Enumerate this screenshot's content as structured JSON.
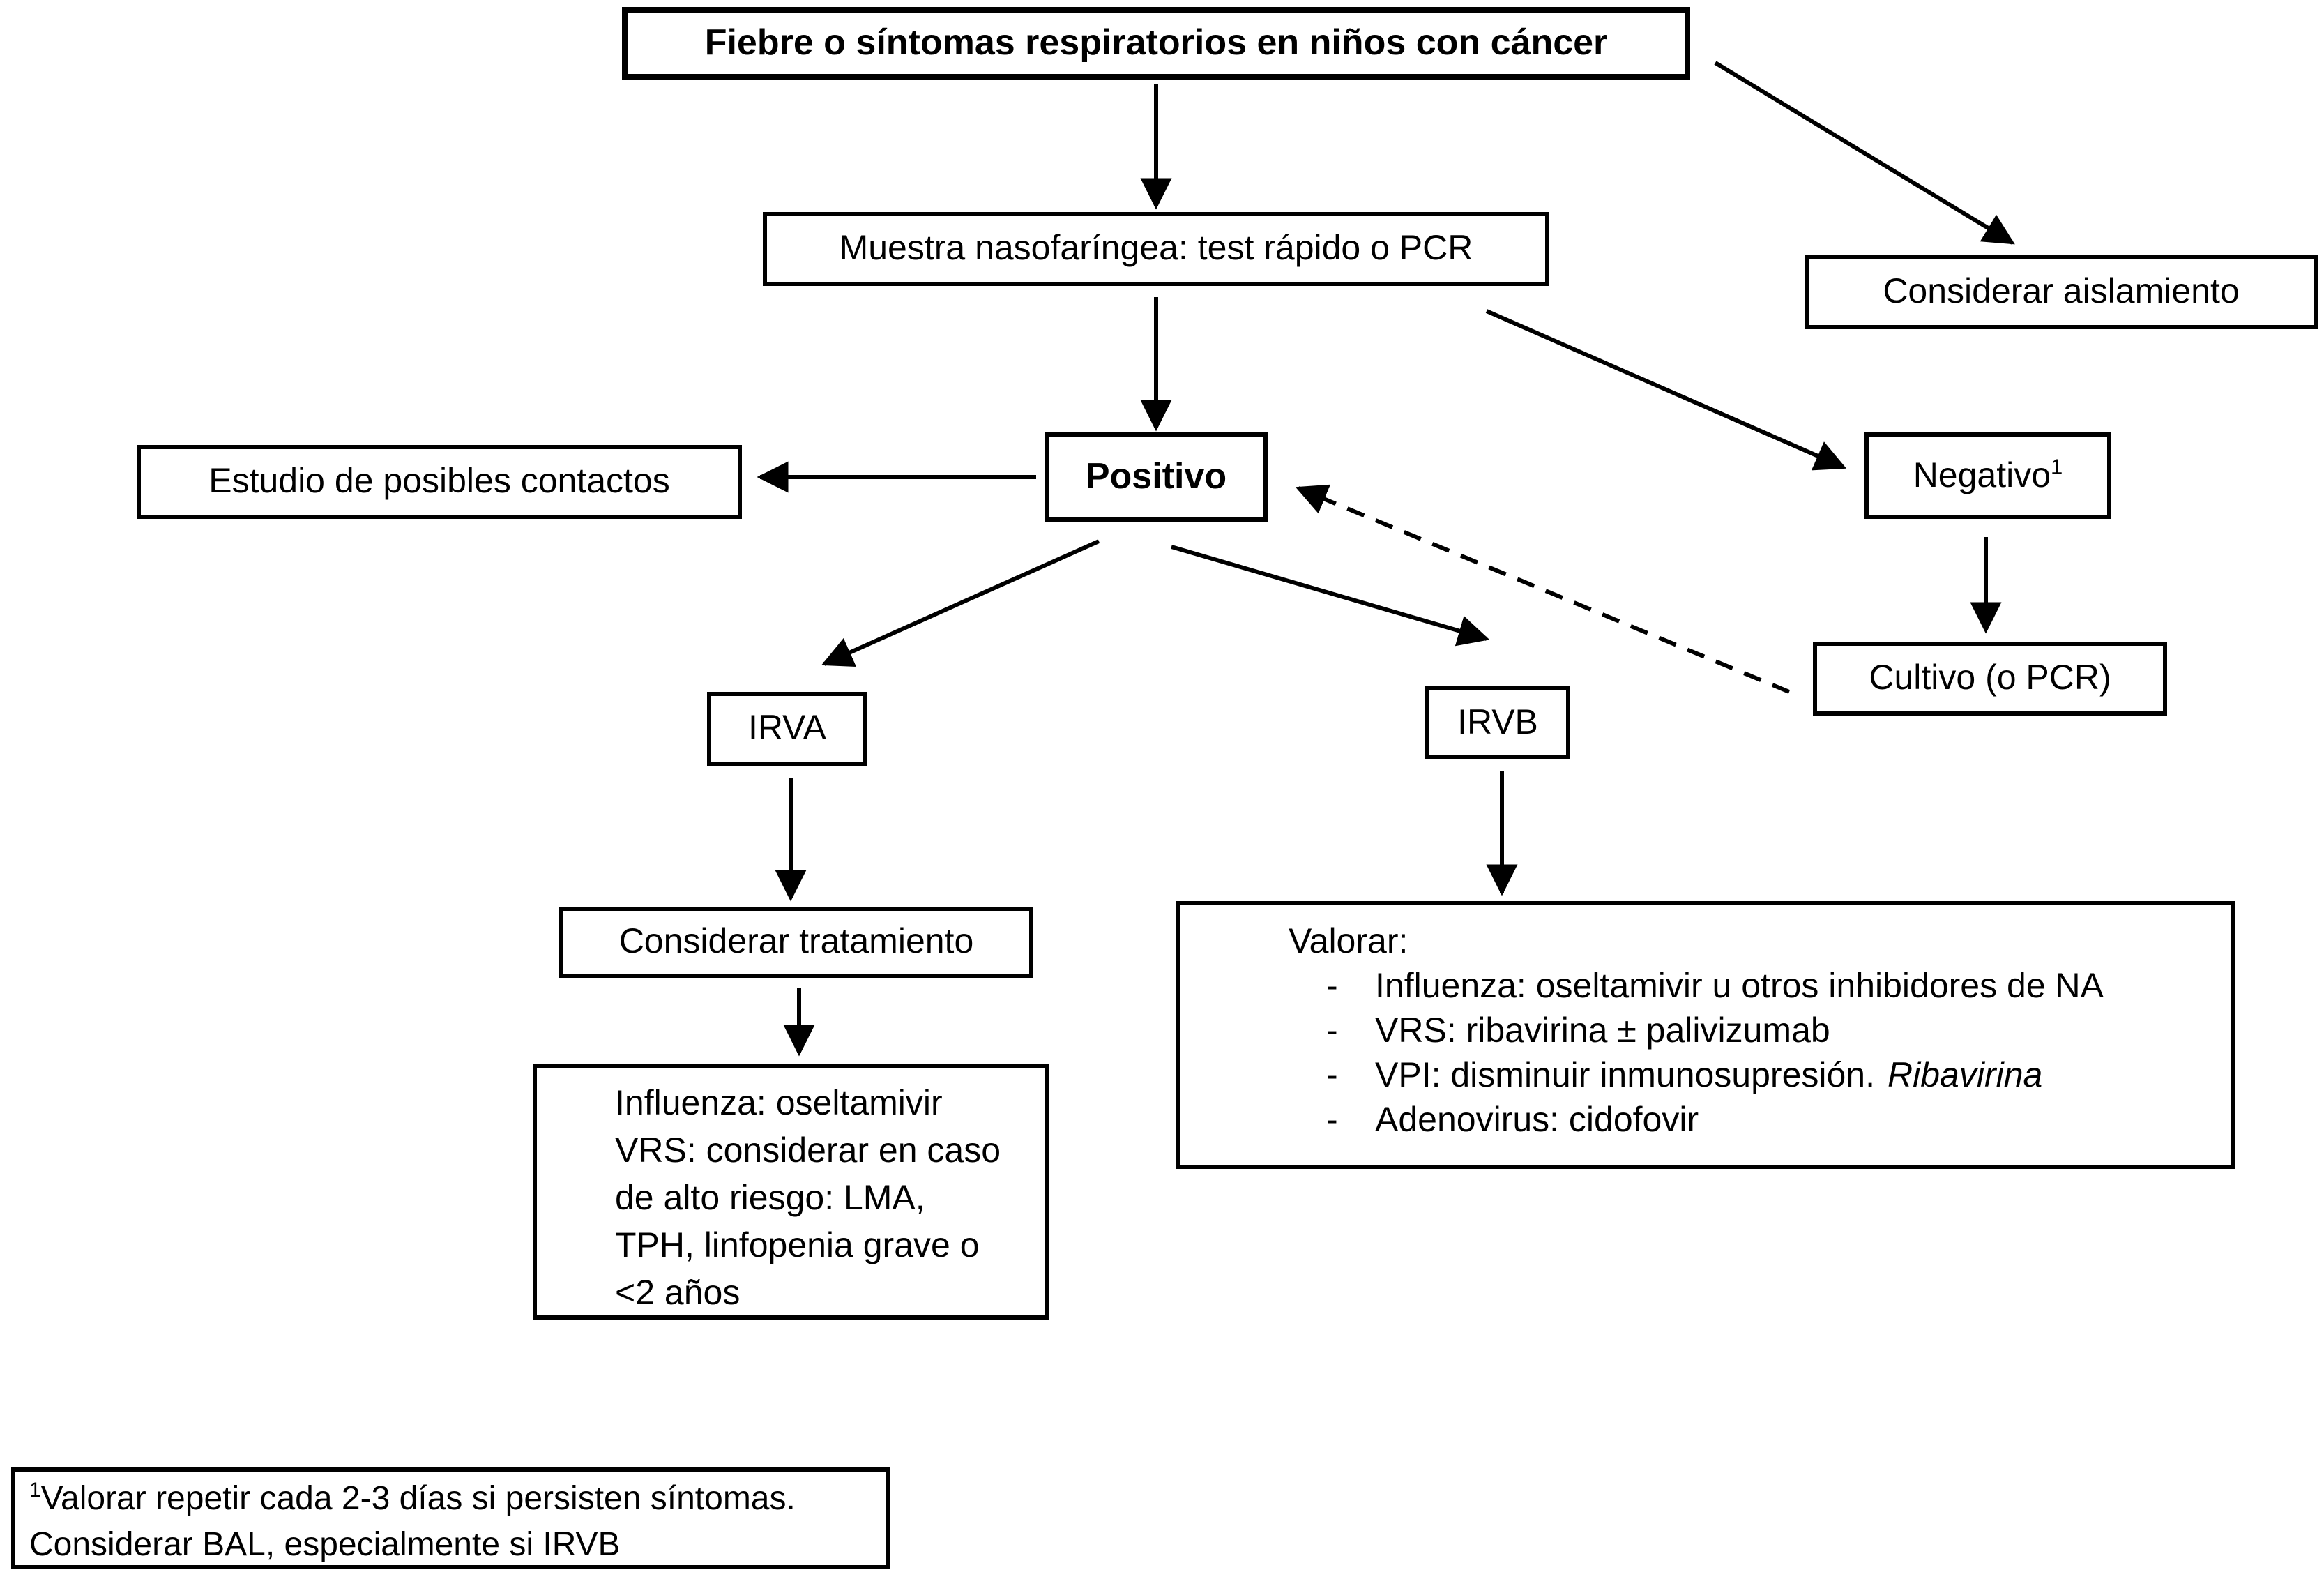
{
  "diagram": {
    "title": "Fiebre o síntomas respiratorios en niños con cáncer",
    "nodes": {
      "fiebre": {
        "label": "Fiebre o síntomas respiratorios en niños con cáncer"
      },
      "muestra": {
        "label": "Muestra nasofaríngea: test rápido o PCR"
      },
      "aislamiento": {
        "label": "Considerar aislamiento"
      },
      "contactos": {
        "label": "Estudio de posibles contactos"
      },
      "positivo": {
        "label": "Positivo"
      },
      "negativo": {
        "label": "Negativo",
        "sup": "1"
      },
      "cultivo": {
        "label": "Cultivo (o PCR)"
      },
      "irva": {
        "label": "IRVA"
      },
      "irvb": {
        "label": "IRVB"
      },
      "tratamiento": {
        "label": "Considerar tratamiento"
      },
      "tratamiento_detalle": {
        "lines": [
          "Influenza: oseltamivir",
          "VRS: considerar en caso",
          "de alto riesgo: LMA,",
          "TPH, linfopenia grave o",
          "<2 años"
        ]
      },
      "valorar": {
        "title": "Valorar:",
        "bullet": "-",
        "items": [
          {
            "text": "Influenza: oseltamivir u otros inhibidores de NA",
            "italic": ""
          },
          {
            "text": "VRS: ribavirina ± palivizumab",
            "italic": ""
          },
          {
            "text": "VPI: disminuir inmunosupresión.",
            "italic": "Ribavirina"
          },
          {
            "text": "Adenovirus: cidofovir",
            "italic": ""
          }
        ]
      },
      "footnote": {
        "sup": "1",
        "line1": "Valorar repetir cada 2-3 días si persisten síntomas.",
        "line2": "Considerar BAL, especialmente si IRVB"
      }
    },
    "colors": {
      "line": "#000000",
      "text": "#000000",
      "background": "#ffffff",
      "box_background": "#ffffff"
    }
  }
}
